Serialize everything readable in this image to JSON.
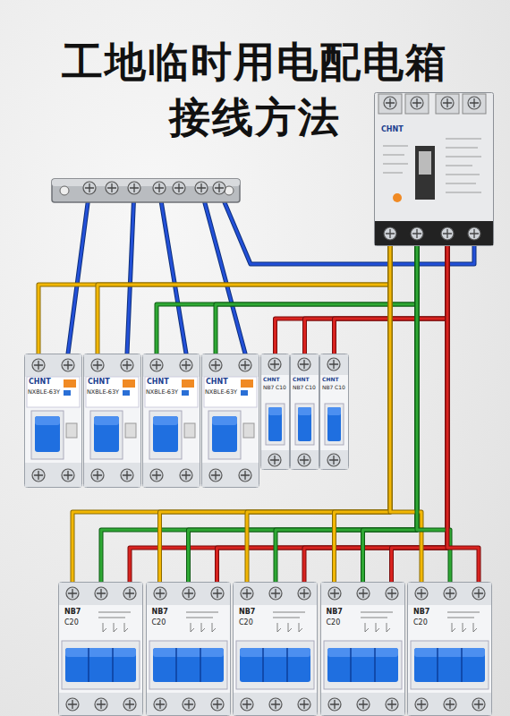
{
  "diagram": {
    "title": "工地临时用电配电箱 接线方法",
    "nodes": [
      {
        "text": [
          "CHNT"
        ]
      },
      {
        "text": [
          "CHNT",
          "NXBLE-63Y"
        ]
      },
      {
        "text": [
          "CHNT",
          "NXBLE-63Y"
        ]
      },
      {
        "text": [
          "CHNT",
          "NXBLE-63Y"
        ]
      },
      {
        "text": [
          "CHNT",
          "NXBLE-63Y"
        ]
      },
      {
        "text": [
          "CHNT",
          "NB7",
          "C10"
        ]
      },
      {
        "text": [
          "CHNT",
          "NB7",
          "C10"
        ]
      },
      {
        "text": [
          "CHNT",
          "NB7",
          "C10"
        ]
      },
      {
        "text": [
          "NB7",
          "C20"
        ]
      },
      {
        "text": [
          "NB7",
          "C20"
        ]
      },
      {
        "text": [
          "NB7",
          "C20"
        ]
      },
      {
        "text": [
          "NB7",
          "C20"
        ]
      },
      {
        "text": [
          "NB7",
          "C20"
        ]
      }
    ],
    "edges": [
      {
        "from": 0,
        "to": 1,
        "arrow": "none"
      },
      {
        "from": 0,
        "to": 2,
        "arrow": "none"
      },
      {
        "from": 0,
        "to": 3,
        "arrow": "none"
      },
      {
        "from": 0,
        "to": 4,
        "arrow": "none"
      },
      {
        "from": 0,
        "to": 5,
        "arrow": "none"
      },
      {
        "from": 0,
        "to": 6,
        "arrow": "none"
      },
      {
        "from": 0,
        "to": 7,
        "arrow": "none"
      },
      {
        "from": 0,
        "to": 8,
        "arrow": "none"
      },
      {
        "from": 0,
        "to": 9,
        "arrow": "none"
      },
      {
        "from": 0,
        "to": 10,
        "arrow": "none"
      },
      {
        "from": 0,
        "to": 11,
        "arrow": "none"
      },
      {
        "from": 0,
        "to": 12,
        "arrow": "none"
      }
    ]
  }
}
